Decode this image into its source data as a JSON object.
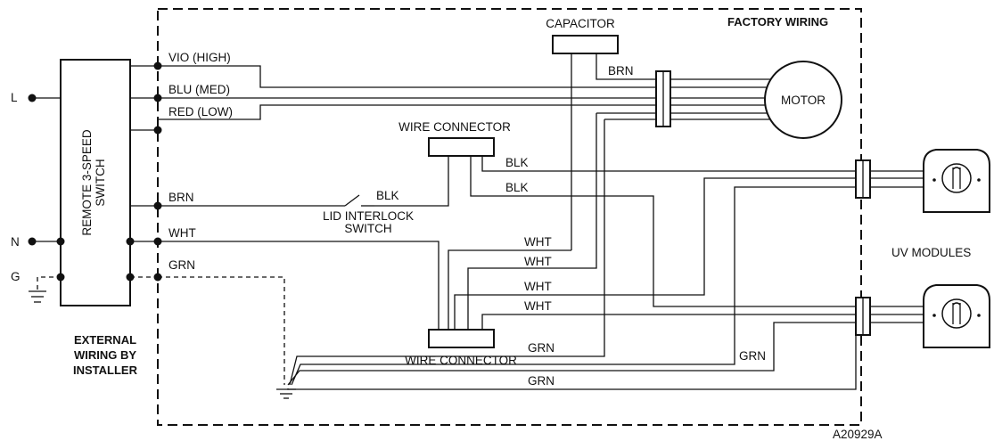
{
  "labels": {
    "factory_wiring": "FACTORY WIRING",
    "capacitor": "CAPACITOR",
    "motor": "MOTOR",
    "wire_connector_top": "WIRE CONNECTOR",
    "wire_connector_bottom": "WIRE CONNECTOR",
    "switch_line1": "REMOTE 3-SPEED",
    "switch_line2": "SWITCH",
    "lid_interlock_line1": "LID INTERLOCK",
    "lid_interlock_line2": "SWITCH",
    "uv_modules": "UV MODULES",
    "external_line1": "EXTERNAL",
    "external_line2": "WIRING BY",
    "external_line3": "INSTALLER",
    "terminal_l": "L",
    "terminal_n": "N",
    "terminal_g": "G",
    "drawing_id": "A20929A"
  },
  "wires": {
    "vio_high": "VIO (HIGH)",
    "blu_med": "BLU (MED)",
    "red_low": "RED (LOW)",
    "brn_switch": "BRN",
    "blk_interlock": "BLK",
    "wht_main": "WHT",
    "grn_main": "GRN",
    "brn_cap": "BRN",
    "blk_uv1": "BLK",
    "blk_uv2": "BLK",
    "wht_1": "WHT",
    "wht_2": "WHT",
    "wht_3": "WHT",
    "wht_4": "WHT",
    "grn_1": "GRN",
    "grn_2": "GRN",
    "grn_3": "GRN"
  }
}
